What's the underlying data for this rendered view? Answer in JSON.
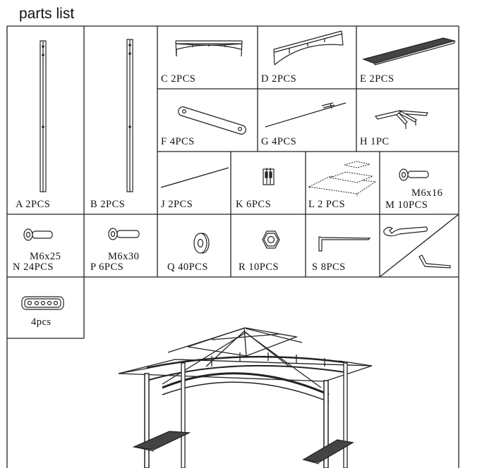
{
  "title": "parts list",
  "parts": {
    "A": {
      "label": "A  2PCS"
    },
    "B": {
      "label": "B  2PCS"
    },
    "C": {
      "label": "C  2PCS"
    },
    "D": {
      "label": "D  2PCS"
    },
    "E": {
      "label": "E  2PCS"
    },
    "F": {
      "label": "F  4PCS"
    },
    "G": {
      "label": "G  4PCS"
    },
    "H": {
      "label": "H  1PC"
    },
    "J": {
      "label": "J  2PCS"
    },
    "K": {
      "label": "K  6PCS"
    },
    "L": {
      "label": "L 2 PCS"
    },
    "M": {
      "size": "M6x16",
      "label": "M  10PCS"
    },
    "N": {
      "size": "M6x25",
      "label": "N  24PCS"
    },
    "P": {
      "size": "M6x30",
      "label": "P  6PCS"
    },
    "Q": {
      "label": "Q  40PCS"
    },
    "R": {
      "label": "R  10PCS"
    },
    "S": {
      "label": "S  8PCS"
    },
    "plate": {
      "label": "4pcs"
    }
  }
}
